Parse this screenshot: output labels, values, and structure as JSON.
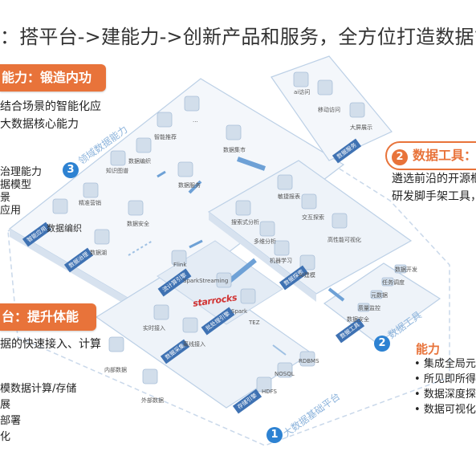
{
  "title": "：搭平台->建能力->创新产品和服务，全方位打造数据能力",
  "left_panel_1": {
    "header": "能力：锻造内功",
    "lines": [
      "结合场景的智能化应",
      "大数据核心能力"
    ],
    "items": [
      "治理能力",
      "据模型",
      "景",
      "应用"
    ]
  },
  "left_panel_2": {
    "header": "台：提升体能",
    "lines": [
      "据的快速接入、计算"
    ],
    "items": [
      "模数据计算/存储",
      "展",
      "部署",
      "化"
    ]
  },
  "right_panel": {
    "number": "2",
    "header": "数据工具：开",
    "lines": [
      "遴选前沿的开源框",
      "研发脚手架工具，"
    ],
    "sub_header": "能力",
    "bullets": [
      "集成全局元数",
      "所见即所得，",
      "数据深度探查",
      "数据可视化多"
    ]
  },
  "diagram": {
    "markers": {
      "one": "1",
      "two": "2",
      "three": "3"
    },
    "area_labels": {
      "top": "领域数据能力",
      "tools": "数据工具",
      "platform": "大数据基础平台"
    },
    "strips": [
      "智能应用",
      "数据治理",
      "数据服务",
      "数据探索",
      "数据工具",
      "流计算引擎",
      "批处理引擎",
      "数据采集",
      "存储引擎"
    ],
    "layer3_labels": [
      "数据编织",
      "精准营销",
      "知识图谱",
      "智能推荐",
      "数据湖",
      "数据安全",
      "数据服务",
      "数据集市",
      "..."
    ],
    "layer_top_labels": [
      "ai访问",
      "移动访问",
      "大屏展示"
    ],
    "layer2_labels": [
      "搜索式分析",
      "多维分析",
      "机器学习",
      "敏捷报表",
      "交互探索",
      "高性能可视化",
      "AI建模"
    ],
    "tool_labels": [
      "数据开发",
      "任务调度",
      "元数据",
      "质量监控",
      "数据安全"
    ],
    "layer1_labels": [
      "Flink",
      "SparkStreaming",
      "Spark",
      "TEZ",
      "实时接入",
      "离线接入",
      "RDBMS",
      "NOSQL",
      "HDFS",
      "内部数据",
      "外部数据"
    ],
    "brand": "starrocks",
    "sub_text": "数据编织"
  }
}
